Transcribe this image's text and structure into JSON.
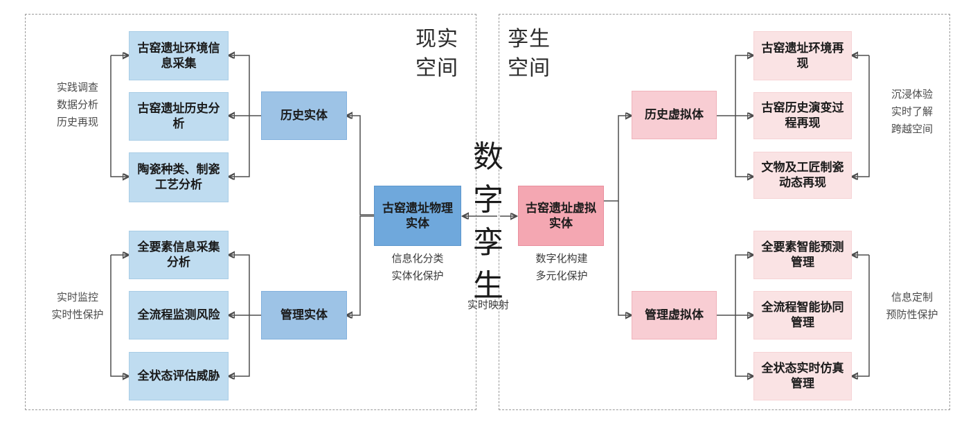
{
  "panels": {
    "real": {
      "title": "现实\n空间"
    },
    "twin": {
      "title": "孪生\n空间"
    }
  },
  "center": {
    "word": "数\n字\n孪\n生",
    "mapping_note": "实时映射",
    "physical_entity": "古窑遗址物理实体",
    "virtual_entity": "古窑遗址虚拟实体",
    "physical_note": "信息化分类\n实体化保护",
    "virtual_note": "数字化构建\n多元化保护"
  },
  "real_space": {
    "history_entity": "历史实体",
    "manage_entity": "管理实体",
    "history_leaves": [
      "古窑遗址环境信息采集",
      "古窑遗址历史分析",
      "陶瓷种类、制瓷工艺分析"
    ],
    "manage_leaves": [
      "全要素信息采集分析",
      "全流程监测风险",
      "全状态评估威胁"
    ],
    "history_note": "实践调查\n数据分析\n历史再现",
    "manage_note": "实时监控\n实时性保护"
  },
  "twin_space": {
    "history_virtual": "历史虚拟体",
    "manage_virtual": "管理虚拟体",
    "history_leaves": [
      "古窑遗址环境再现",
      "古窑历史演变过程再现",
      "文物及工匠制瓷动态再现"
    ],
    "manage_leaves": [
      "全要素智能预测管理",
      "全流程智能协同管理",
      "全状态实时仿真管理"
    ],
    "history_note": "沉浸体验\n实时了解\n跨越空间",
    "manage_note": "信息定制\n预防性保护"
  },
  "colors": {
    "leaf_blue": "#bfdcf0",
    "mid_blue": "#9dc3e6",
    "core_blue": "#6fa8dc",
    "leaf_pink": "#fae3e4",
    "mid_pink": "#f8cdd3",
    "core_pink": "#f4a7b2",
    "panel_border": "#9a9a9a",
    "wire": "#4d4d4d"
  }
}
